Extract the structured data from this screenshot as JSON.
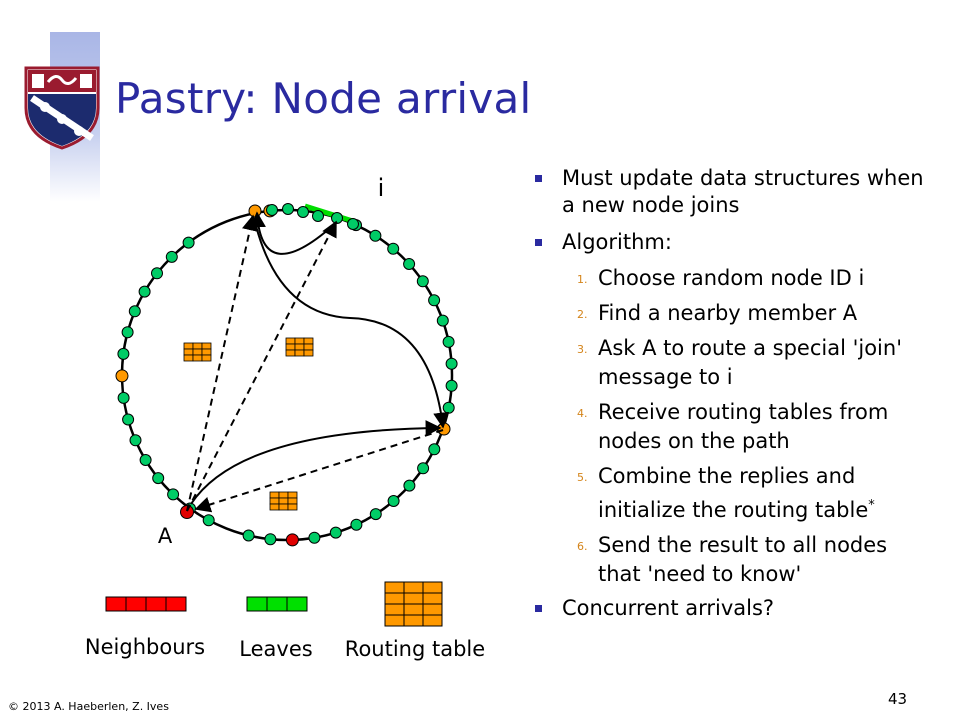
{
  "slide": {
    "title": "Pastry: Node arrival",
    "footer": "© 2013 A. Haeberlen, Z. Ives",
    "page_number": "43"
  },
  "diagram": {
    "label_i": "i",
    "label_a": "A",
    "legend": {
      "neighbours": "Neighbours",
      "leaves": "Leaves",
      "routing_table": "Routing table"
    },
    "colors": {
      "node": "#00cc66",
      "path_node": "#ff9900",
      "node_a": "#e00000",
      "neighbours": "#ff0000",
      "leaves": "#00e000",
      "routing_table": "#ff9900"
    }
  },
  "bullets": {
    "b1": "Must update data structures when a new node joins",
    "b2": "Algorithm:",
    "steps": [
      {
        "num": "1.",
        "text": "Choose random node ID i"
      },
      {
        "num": "2.",
        "text": "Find a nearby member A"
      },
      {
        "num": "3.",
        "text": "Ask A to route a special 'join' message to i"
      },
      {
        "num": "4.",
        "text": "Receive routing tables from nodes on the path"
      },
      {
        "num": "5.",
        "text": "Combine the replies and initialize the routing table",
        "mark": "*"
      },
      {
        "num": "6.",
        "text": "Send the result to all nodes that 'need to know'"
      }
    ],
    "b3": "Concurrent arrivals?"
  }
}
